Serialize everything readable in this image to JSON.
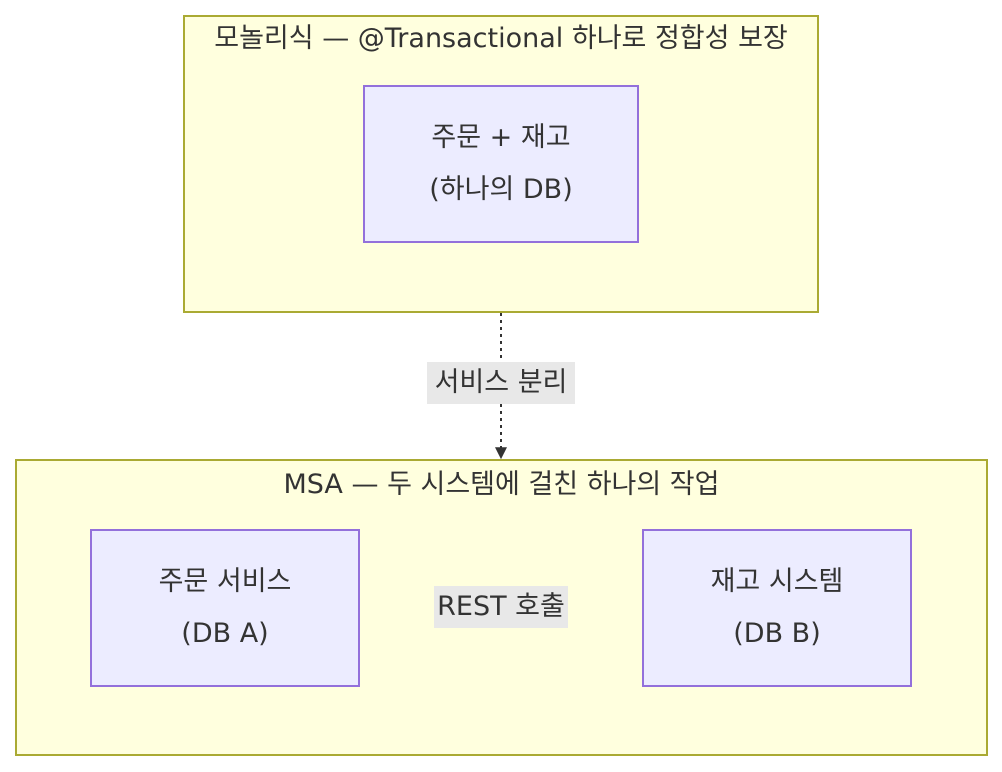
{
  "diagram": {
    "monolith": {
      "title": "모놀리식 — @Transactional 하나로 정합성 보장",
      "node": {
        "line1": "주문 + 재고",
        "line2": "(하나의 DB)"
      }
    },
    "separation_edge": {
      "label": "서비스 분리"
    },
    "msa": {
      "title": "MSA — 두 시스템에 걸친 하나의 작업",
      "order_node": {
        "line1": "주문 서비스",
        "line2": "(DB A)"
      },
      "inventory_node": {
        "line1": "재고 시스템",
        "line2": "(DB B)"
      },
      "rest_edge": {
        "label": "REST 호출"
      }
    },
    "colors": {
      "cluster_fill": "#ffffde",
      "cluster_stroke": "#aaaa33",
      "node_fill": "#ececff",
      "node_stroke": "#9370db",
      "edge_label_bg": "#e8e8e8",
      "text": "#333333"
    }
  }
}
